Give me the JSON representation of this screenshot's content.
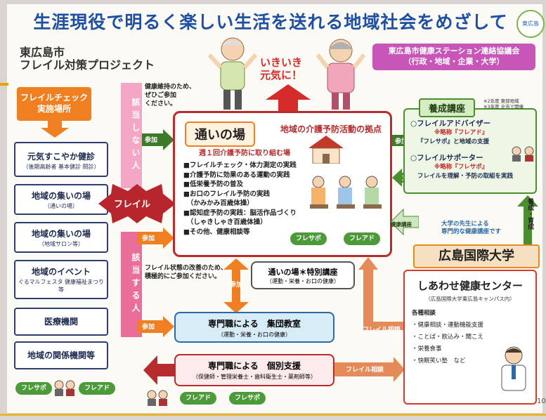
{
  "title": "生涯現役で明るく楽しい生活を送れる地域社会をめざして",
  "logo_text": "東広島",
  "project": [
    "東広島市",
    "フレイル対策プロジェクト"
  ],
  "ikiiki": [
    "いきいき",
    "元気に！"
  ],
  "kyoukai": [
    "東広島市健康ステーション連絡協議会",
    "（行政・地域・企業・大学）"
  ],
  "left": {
    "check_place": [
      "フレイルチェック",
      "実施場所"
    ],
    "items": [
      {
        "label": "元気すこやか健診",
        "sub": "（後期高齢者 基本健診 問診）"
      },
      {
        "label": "地域の集いの場",
        "sub": "（通いの場）"
      },
      {
        "label": "地域の集いの場",
        "sub": "（地域サロン等）"
      },
      {
        "label": "地域のイベント",
        "sub": "ぐるマルフェスタ 健康福祉まつり等"
      },
      {
        "label": "医療機関",
        "sub": ""
      },
      {
        "label": "地域の関係機関等",
        "sub": ""
      }
    ],
    "bottom_pills": [
      "フレサポ",
      "フレアド"
    ]
  },
  "vbars": {
    "top": "該当しない人",
    "bottom": "該当する人"
  },
  "notes": {
    "top": [
      "健康維持のため、",
      "ぜひご参加",
      "ください。"
    ],
    "bottom": [
      "フレイル状態の改善のため、",
      "積極的にご参加ください。"
    ]
  },
  "frail": "フレイル",
  "tags": {
    "sanka": "参加",
    "shien": "支援",
    "kenkou_kouza": "健康講座",
    "frail_soudan": "フレイル相談"
  },
  "kayoi": {
    "title": "通いの場",
    "subtitle": "地域の介護予防活動の拠点",
    "week": "週１回介護予防に取り組む場",
    "list": [
      "■フレイルチェック・体力測定の実践",
      "■介護予防に効果のある運動の実践",
      "■低栄養予防の普及",
      "■お口のフレイル予防の実践",
      "　（かみかみ百歳体操）",
      "■認知症予防の実践：脳活作品づくり",
      "　（しゃきしゃき百歳体操）",
      "■その他、健康相談等"
    ],
    "pills": [
      "フレサポ",
      "フレアド"
    ]
  },
  "tokubetsu": {
    "label": "通いの場＊特別講座",
    "sub": "（運動・栄養・お口の健康）"
  },
  "shudan": {
    "label": "専門職による　集団教室",
    "sub": "（運動・栄養・お口の健康）"
  },
  "kobetsu": {
    "label": "専門職による　個別支援",
    "sub": "（保健師・管理栄養士・歯科衛生士・薬剤師等）"
  },
  "kobetsu_pills": [
    "フレアド",
    "フレサポ"
  ],
  "youseikouza": {
    "head": "養成講座",
    "note": [
      "※2年度 東部地域",
      "※3年度 全市で開催"
    ],
    "lines": [
      "○フレイルアドバイザー",
      "※略称『フレアド』",
      "『フレサポ』と地域の支援",
      "○フレイルサポーター",
      "※略称『フレサポ』",
      "フレイルを理解・予防の取組を実践"
    ]
  },
  "daigaku_note": [
    "大学の先生による",
    "専門的な健康講座です"
  ],
  "seika": "養成・育成",
  "daigaku": "広島国際大学",
  "center": {
    "title": "しあわせ健康センター",
    "sub": "（広島国際大学東広島キャンパス内）",
    "list": [
      "各種相談",
      "・健康相談・運動機能支援",
      "・ことば・飲込み・聞こえ",
      "・栄養食事",
      "・快眠笑い塾　など"
    ]
  },
  "page_num": "10"
}
